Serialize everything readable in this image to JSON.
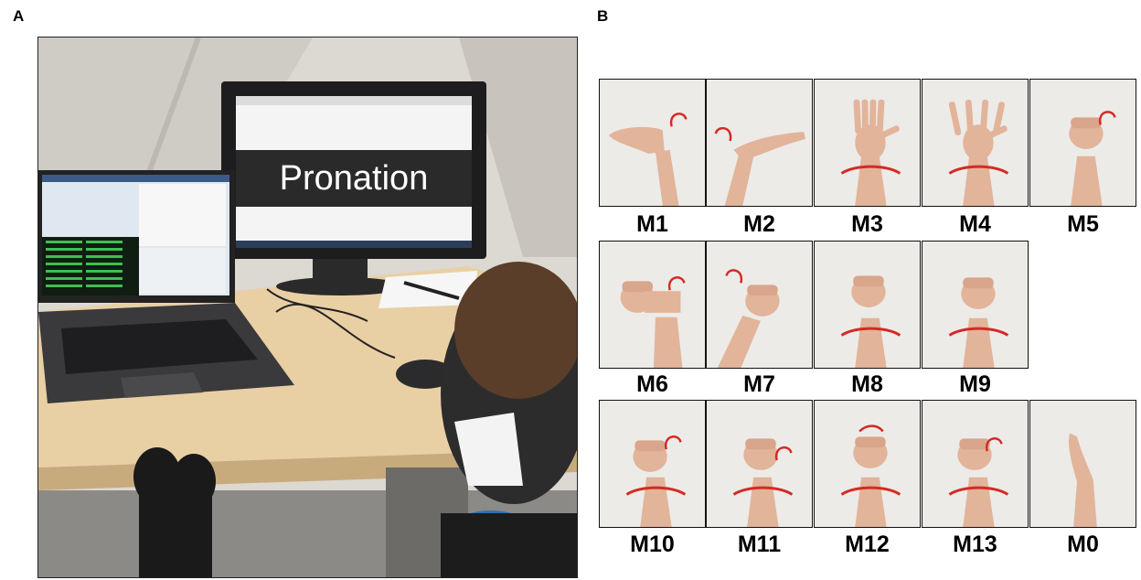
{
  "panels": {
    "a": {
      "letter": "A"
    },
    "b": {
      "letter": "B"
    }
  },
  "monitor": {
    "screen_text": "Pronation"
  },
  "movements": [
    {
      "label": "M1",
      "pose": "palm-down hand extended, wrist flexion"
    },
    {
      "label": "M2",
      "pose": "palm-down hand extended, wrist extension"
    },
    {
      "label": "M3",
      "pose": "open hand, pronation"
    },
    {
      "label": "M4",
      "pose": "open hand spread, supination"
    },
    {
      "label": "M5",
      "pose": "fist, wrist flexion"
    },
    {
      "label": "M6",
      "pose": "fist, wrist flexion"
    },
    {
      "label": "M7",
      "pose": "fist, wrist extension"
    },
    {
      "label": "M8",
      "pose": "fist, pronation"
    },
    {
      "label": "M9",
      "pose": "fist, supination"
    },
    {
      "label": "M10",
      "pose": "fist, flexion with pronation"
    },
    {
      "label": "M11",
      "pose": "fist, extension with supination"
    },
    {
      "label": "M12",
      "pose": "fist, pronation with flexion"
    },
    {
      "label": "M13",
      "pose": "fist, supination with flexion"
    },
    {
      "label": "M0",
      "pose": "relaxed hand, rest"
    }
  ],
  "colors": {
    "arrow": "#d42a25",
    "wall": "#ecebe8",
    "skin": "#e2b49a",
    "desk": "#e9cfa4"
  }
}
